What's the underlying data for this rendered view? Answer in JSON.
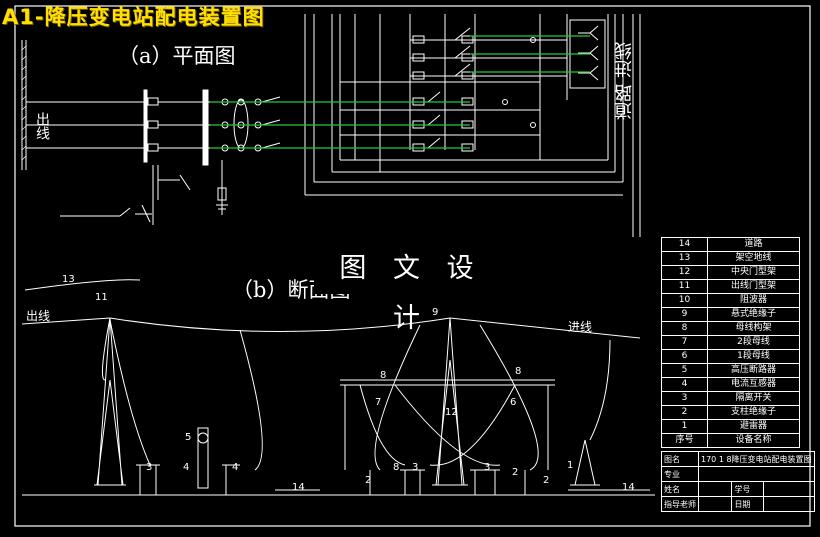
{
  "title_banner": "A1-降压变电站配电装置图",
  "watermark": "图 文 设 计",
  "plan": {
    "section_title": "（a）平面图",
    "outgoing_label": "出线",
    "road_label": "道路 进线"
  },
  "section_view": {
    "section_title": "（b）断面图",
    "outgoing_label": "出线",
    "incoming_label": "进线",
    "numbers": [
      "13",
      "11",
      "9",
      "8",
      "8",
      "7",
      "6",
      "12",
      "5",
      "3",
      "4",
      "4",
      "3",
      "8",
      "3",
      "2",
      "2",
      "2",
      "1",
      "14",
      "14"
    ]
  },
  "legend": {
    "header": {
      "no": "序号",
      "name": "设备名称"
    },
    "rows": [
      {
        "no": "14",
        "name": "道路"
      },
      {
        "no": "13",
        "name": "架空地线"
      },
      {
        "no": "12",
        "name": "中央门型架"
      },
      {
        "no": "11",
        "name": "出线门型架"
      },
      {
        "no": "10",
        "name": "阻波器"
      },
      {
        "no": "9",
        "name": "悬式绝缘子"
      },
      {
        "no": "8",
        "name": "母线构架"
      },
      {
        "no": "7",
        "name": "2段母线"
      },
      {
        "no": "6",
        "name": "1段母线"
      },
      {
        "no": "5",
        "name": "高压断路器"
      },
      {
        "no": "4",
        "name": "电流互感器"
      },
      {
        "no": "3",
        "name": "隔离开关"
      },
      {
        "no": "2",
        "name": "支柱绝缘子"
      },
      {
        "no": "1",
        "name": "避雷器"
      }
    ]
  },
  "title_block": {
    "drawing_name_label": "图名",
    "drawing_name": "170 1 8降压变电站配电装置图",
    "major_label": "专业",
    "name_label": "姓名",
    "student_no_label": "学号",
    "advisor_label": "指导老师",
    "date_label": "日期"
  },
  "colors": {
    "background": "#000000",
    "lines": "#ffffff",
    "bus": "#22cc33",
    "banner": "#ffe000"
  }
}
